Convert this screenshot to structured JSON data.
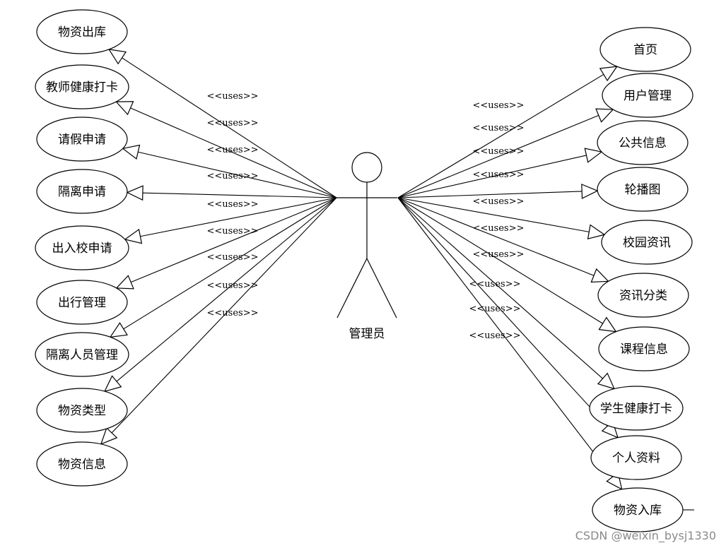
{
  "actor": {
    "label": "管理员"
  },
  "stereotype": "<<uses>>",
  "left_use_cases": [
    "物资出库",
    "教师健康打卡",
    "请假申请",
    "隔离申请",
    "出入校申请",
    "出行管理",
    "隔离人员管理",
    "物资类型",
    "物资信息"
  ],
  "right_use_cases": [
    "首页",
    "用户管理",
    "公共信息",
    "轮播图",
    "校园资讯",
    "资讯分类",
    "课程信息",
    "学生健康打卡",
    "个人资料",
    "物资入库"
  ],
  "watermark": "CSDN @weixin_bysj1330"
}
